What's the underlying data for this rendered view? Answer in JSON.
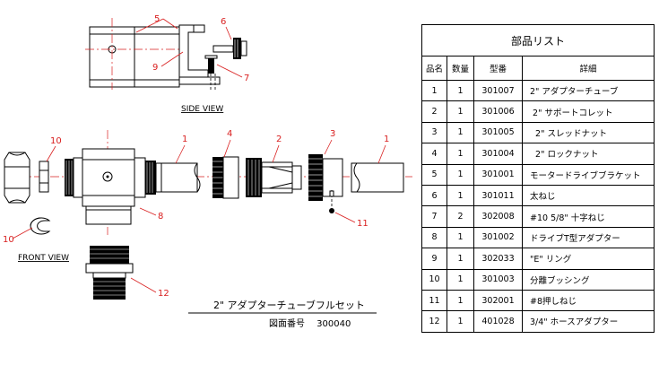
{
  "labels": {
    "side_view": "SIDE VIEW",
    "front_view": "FRONT VIEW",
    "assembly_title": "2\" アダプターチューブフルセット",
    "drawing_number": "図面番号　 300040"
  },
  "callouts": [
    "5",
    "6",
    "9",
    "7",
    "10",
    "1",
    "4",
    "2",
    "3",
    "1",
    "8",
    "11",
    "10",
    "12"
  ],
  "parts_list": {
    "title": "部品リスト",
    "headers": [
      "品名",
      "数量",
      "型番",
      "詳細"
    ],
    "rows": [
      {
        "no": "1",
        "qty": "1",
        "model": "301007",
        "detail": "2\" アダプターチューブ"
      },
      {
        "no": "2",
        "qty": "1",
        "model": "301006",
        "detail": " 2\" サポートコレット"
      },
      {
        "no": "3",
        "qty": "1",
        "model": "301005",
        "detail": "  2\" スレッドナット"
      },
      {
        "no": "4",
        "qty": "1",
        "model": "301004",
        "detail": "  2\" ロックナット"
      },
      {
        "no": "5",
        "qty": "1",
        "model": "301001",
        "detail": "モータードライブブラケット"
      },
      {
        "no": "6",
        "qty": "1",
        "model": "301011",
        "detail": "太ねじ"
      },
      {
        "no": "7",
        "qty": "2",
        "model": "302008",
        "detail": "#10 5/8\" 十字ねじ"
      },
      {
        "no": "8",
        "qty": "1",
        "model": "301002",
        "detail": "ドライブT型アダプター"
      },
      {
        "no": "9",
        "qty": "1",
        "model": "302033",
        "detail": "\"E\" リング"
      },
      {
        "no": "10",
        "qty": "1",
        "model": "301003",
        "detail": "分離ブッシング"
      },
      {
        "no": "11",
        "qty": "1",
        "model": "302001",
        "detail": "#8押しねじ"
      },
      {
        "no": "12",
        "qty": "1",
        "model": "401028",
        "detail": "3/4\" ホースアダプター"
      }
    ]
  },
  "colors": {
    "callout": "#d92020",
    "line": "#000000"
  }
}
